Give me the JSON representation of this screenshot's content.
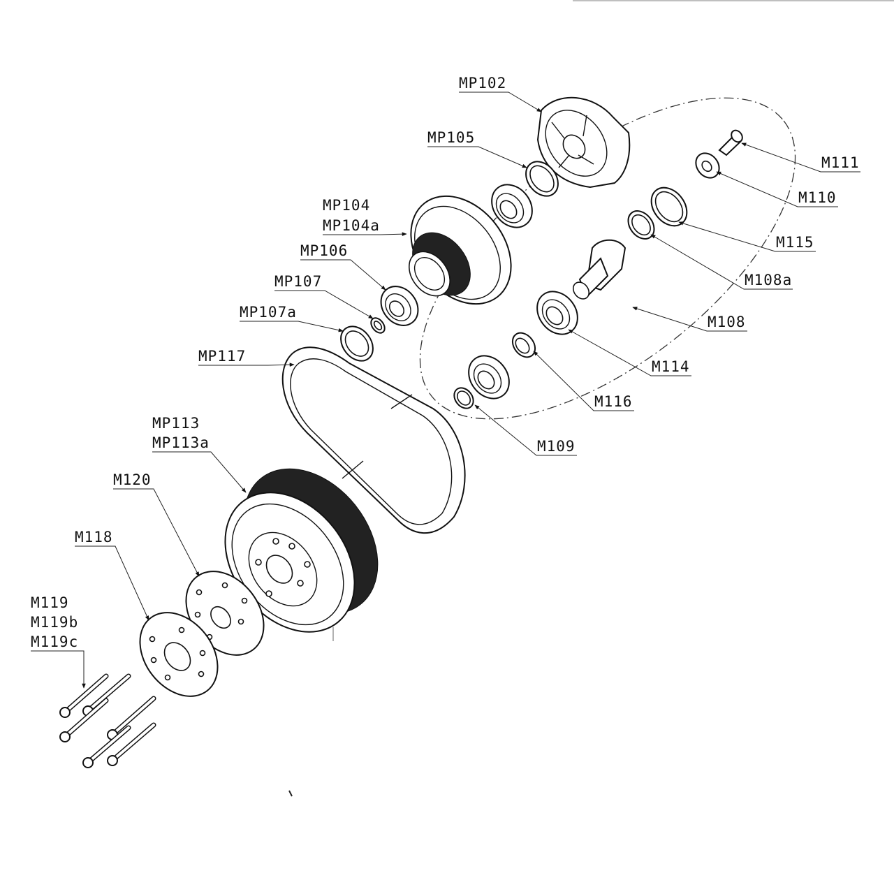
{
  "labels": {
    "mp102": "MP102",
    "mp105": "MP105",
    "mp104": "MP104",
    "mp104a": "MP104a",
    "mp106": "MP106",
    "mp107": "MP107",
    "mp107a": "MP107a",
    "mp117": "MP117",
    "mp113": "MP113",
    "mp113a": "MP113a",
    "m120": "M120",
    "m118": "M118",
    "m119": "M119",
    "m119b": "M119b",
    "m119c": "M119c",
    "m111": "M111",
    "m110": "M110",
    "m115": "M115",
    "m108a": "M108a",
    "m108": "M108",
    "m114": "M114",
    "m116": "M116",
    "m109": "M109"
  }
}
